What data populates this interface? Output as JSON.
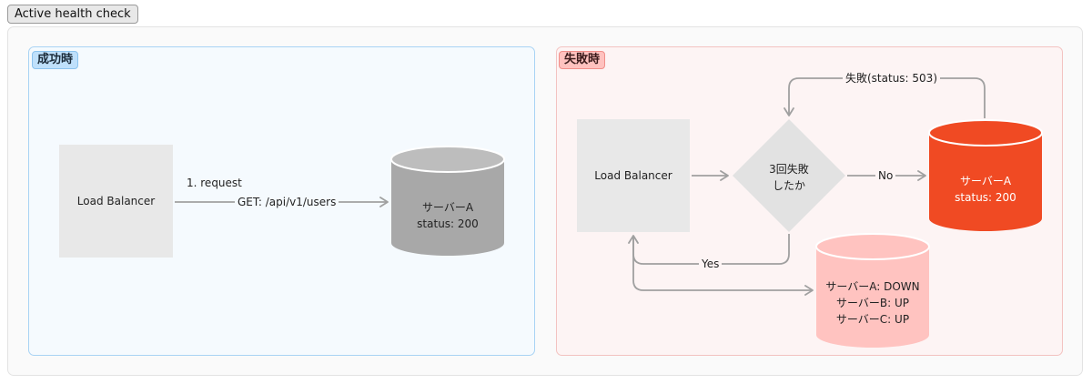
{
  "title": "Active health check",
  "success": {
    "label": "成功時",
    "load_balancer": "Load Balancer",
    "edge_step": "1. request",
    "edge_request": "GET: /api/v1/users",
    "server_name": "サーバーA",
    "server_status": "status: 200",
    "colors": {
      "panel": "#f5fafe",
      "panel_border": "#a9d3f4",
      "server": "#a8a8a8"
    }
  },
  "failure": {
    "label": "失敗時",
    "load_balancer": "Load Balancer",
    "decision_line1": "3回失敗",
    "decision_line2": "したか",
    "edge_no": "No",
    "edge_yes": "Yes",
    "edge_fail": "失敗(status: 503)",
    "server_name": "サーバーA",
    "server_status": "status: 200",
    "registry": [
      "サーバーA: DOWN",
      "サーバーB: UP",
      "サーバーC: UP"
    ],
    "colors": {
      "panel": "#fdf4f4",
      "panel_border": "#f3c3c1",
      "server": "#f04a23",
      "registry": "#ffc3c0"
    }
  }
}
